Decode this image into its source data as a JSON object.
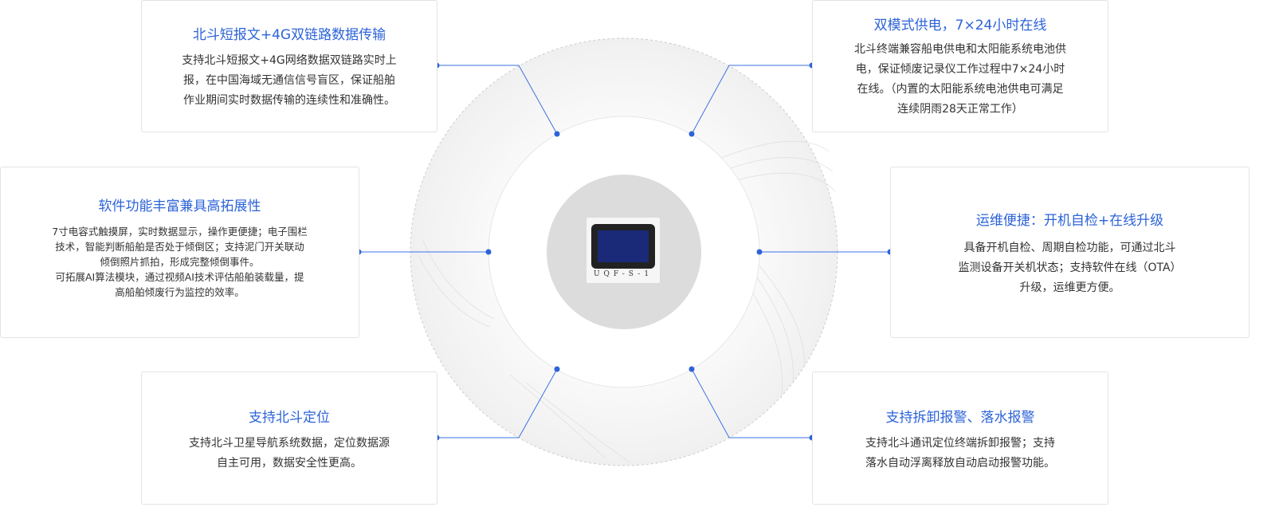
{
  "device": {
    "model": "UQF-S-1"
  },
  "cards": [
    {
      "title": "北斗短报文+4G双链路数据传输",
      "lines": [
        "支持北斗短报文+4G网络数据双链路实时上",
        "报，在中国海域无通信信号盲区，保证船舶",
        "作业期间实时数据传输的连续性和准确性。"
      ]
    },
    {
      "title": "双模式供电，7×24小时在线",
      "lines": [
        "北斗终端兼容船电供电和太阳能系统电池供",
        "电，保证倾废记录仪工作过程中7×24小时",
        "在线。（内置的太阳能系统电池供电可满足",
        "连续阴雨28天正常工作）"
      ]
    },
    {
      "title": "软件功能丰富兼具高拓展性",
      "lines": [
        "7寸电容式触摸屏，实时数据显示，操作更便捷；电子围栏",
        "技术，智能判断船舶是否处于倾倒区；支持泥门开关联动",
        "倾倒照片抓拍，形成完整倾倒事件。",
        "可拓展AI算法模块，通过视频AI技术评估船舶装载量，提",
        "高船舶倾废行为监控的效率。"
      ]
    },
    {
      "title": "运维便捷：开机自检+在线升级",
      "lines": [
        "具备开机自检、周期自检功能，可通过北斗",
        "监测设备开关机状态；支持软件在线（OTA）",
        "升级，运维更方便。"
      ]
    },
    {
      "title": "支持北斗定位",
      "lines": [
        "支持北斗卫星导航系统数据，定位数据源",
        "自主可用，数据安全性更高。"
      ]
    },
    {
      "title": "支持拆卸报警、落水报警",
      "lines": [
        "支持北斗通讯定位终端拆卸报警；支持",
        "落水自动浮离释放自动启动报警功能。"
      ]
    }
  ]
}
